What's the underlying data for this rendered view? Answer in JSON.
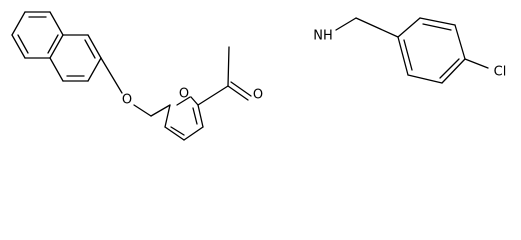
{
  "molecule": {
    "atoms": {
      "nh": "NH",
      "o_ether": "O",
      "o_furan": "O",
      "o_carbonyl": "O",
      "cl": "Cl"
    }
  }
}
